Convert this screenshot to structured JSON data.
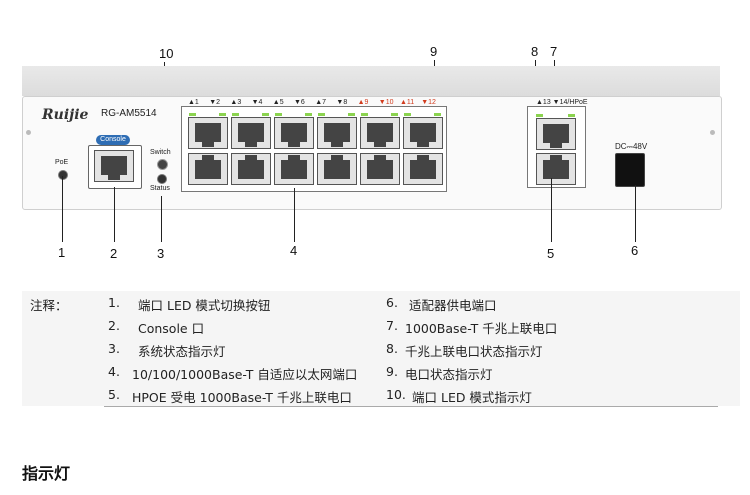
{
  "callouts": {
    "top": [
      "10",
      "9",
      "8",
      "7"
    ],
    "bottom": [
      "1",
      "2",
      "3",
      "4",
      "5",
      "6"
    ]
  },
  "device": {
    "brand": "Ruijie",
    "model": "RG-AM5514",
    "poe_label": "PoE",
    "console_label": "Console",
    "switch_label": "Switch",
    "status_label": "Status",
    "dc_label": "DC⎓48V",
    "port_labels_top": [
      "▲1",
      "▼2",
      "▲3",
      "▼4",
      "▲5",
      "▼6",
      "▲7",
      "▼8",
      "▲9",
      "▼10",
      "▲11",
      "▼12"
    ],
    "port_label_colors": [
      "#222",
      "#222",
      "#222",
      "#222",
      "#222",
      "#222",
      "#222",
      "#222",
      "#d23c1e",
      "#d23c1e",
      "#d23c1e",
      "#d23c1e"
    ],
    "uplink_label": "▲13 ▼14/HPoE",
    "led_color": "#8bd34f"
  },
  "notes": {
    "heading": "注释：",
    "left": [
      {
        "num": "1.",
        "text": "端口 LED 模式切换按钮"
      },
      {
        "num": "2.",
        "text": "Console 口"
      },
      {
        "num": "3.",
        "text": "系统状态指示灯"
      },
      {
        "num": "4.",
        "text": "10/100/1000Base-T 自适应以太网端口"
      },
      {
        "num": "5.",
        "text": "HPOE 受电 1000Base-T 千兆上联电口"
      }
    ],
    "right": [
      {
        "num": "6.",
        "text": "适配器供电端口"
      },
      {
        "num": "7.",
        "text": "1000Base-T 千兆上联电口"
      },
      {
        "num": "8.",
        "text": "千兆上联电口状态指示灯"
      },
      {
        "num": "9.",
        "text": "电口状态指示灯"
      },
      {
        "num": "10.",
        "text": "端口 LED 模式指示灯"
      }
    ]
  },
  "section_title": "指示灯"
}
